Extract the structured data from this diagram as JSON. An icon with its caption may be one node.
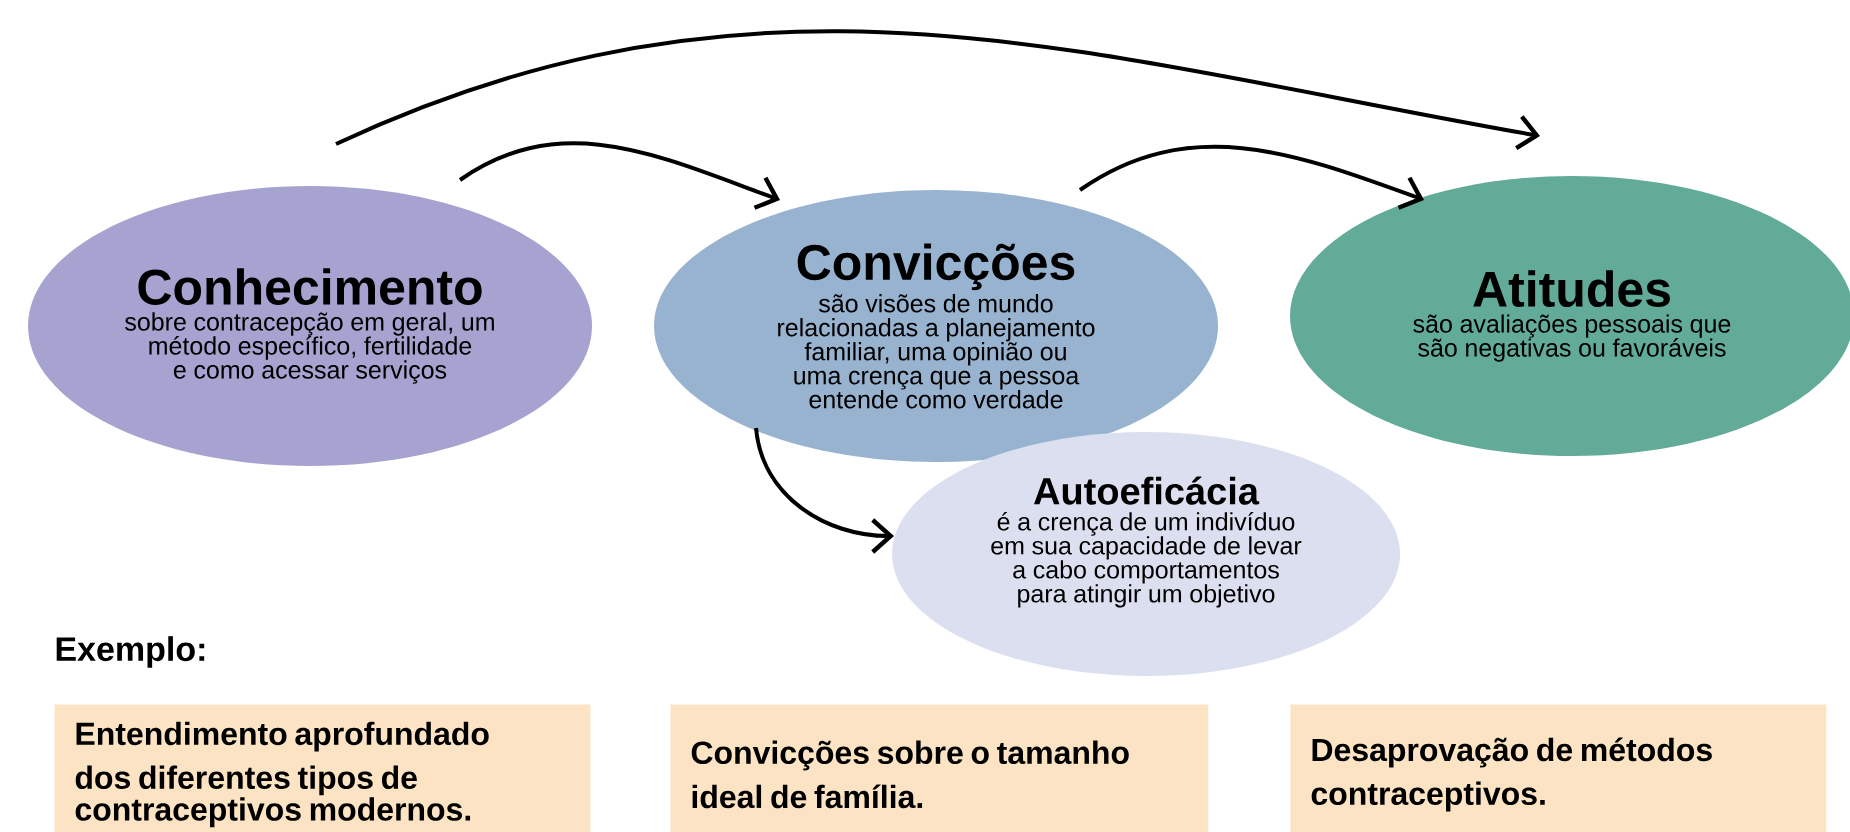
{
  "diagram": {
    "nodes": [
      {
        "text": [
          "Conhecimento",
          "sobre contracepção em geral, um método específico, fertilidade e como acessar serviços"
        ]
      },
      {
        "text": [
          "Convicções",
          "são visões de mundo relacionadas a planejamento familiar, uma opinião ou uma crença que a pessoa entende como verdade"
        ]
      },
      {
        "text": [
          "Atitudes",
          "são avaliações pessoais que são negativas ou favoráveis"
        ]
      },
      {
        "text": [
          "Autoeficácia",
          "é a crença de um indivíduo em sua capacidade de levar a cabo comportamentos para atingir um objetivo"
        ]
      },
      {
        "text": [
          "Entendimento aprofundado dos diferentes tipos de contraceptivos modernos."
        ]
      },
      {
        "text": [
          "Convicções sobre o tamanho ideal de família."
        ]
      },
      {
        "text": [
          "Desaprovação de métodos contraceptivos."
        ]
      }
    ],
    "edges": [
      {
        "from": 0,
        "to": 2,
        "arrow": "to"
      },
      {
        "from": 0,
        "to": 1,
        "arrow": "to"
      },
      {
        "from": 1,
        "to": 2,
        "arrow": "to"
      },
      {
        "from": 1,
        "to": 3,
        "arrow": "to"
      }
    ],
    "labels": [
      "Exemplo:"
    ]
  }
}
